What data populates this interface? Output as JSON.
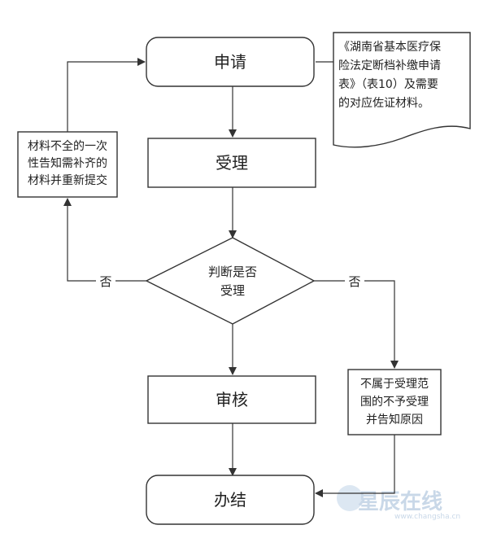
{
  "nodes": {
    "apply": "申请",
    "accept": "受理",
    "decision_line1": "判断是否",
    "decision_line2": "受理",
    "review": "审核",
    "handle": "办结",
    "resubmit_line1": "材料不全的一次",
    "resubmit_line2": "性告知需补齐的",
    "resubmit_line3": "材料并重新提交",
    "reject_line1": "不属于受理范",
    "reject_line2": "围的不予受理",
    "reject_line3": "并告知原因",
    "doc_line1": "《湖南省基本医疗保",
    "doc_line2": "险法定断档补缴申请",
    "doc_line3": "表》（表10）及需要",
    "doc_line4": "的对应佐证材料。"
  },
  "edges": {
    "no_left": "否",
    "no_right": "否"
  },
  "watermark": {
    "brand": "星辰在线",
    "url": "www.changsha.cn"
  }
}
